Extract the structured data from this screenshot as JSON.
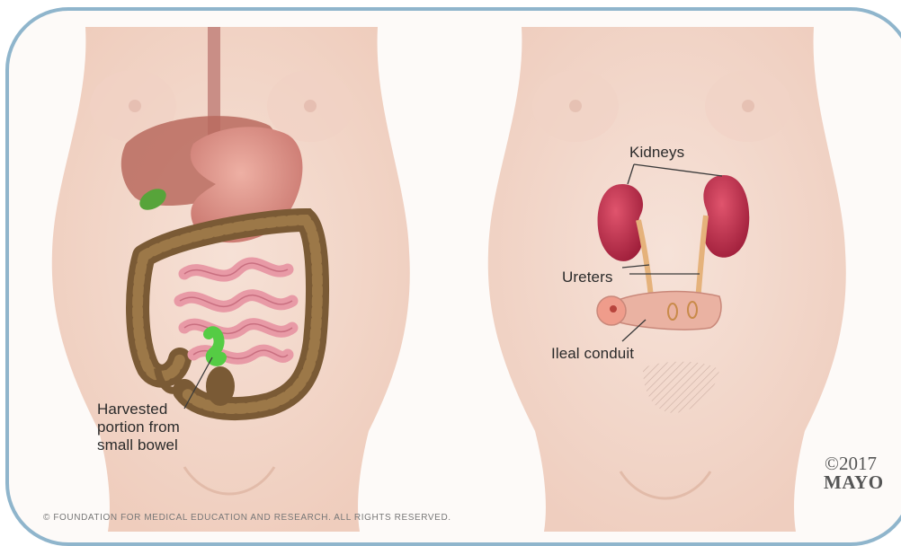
{
  "labels": {
    "harvested": [
      "Harvested",
      "portion from",
      "small bowel"
    ],
    "kidneys": "Kidneys",
    "ureters": "Ureters",
    "ileal_conduit": "Ileal conduit"
  },
  "copyright": {
    "year": "©2017",
    "org": "MAYO",
    "footer": "© FOUNDATION FOR MEDICAL EDUCATION AND RESEARCH. ALL RIGHTS RESERVED."
  },
  "colors": {
    "frame": "#8fb5cc",
    "skin": "#f3d9cc",
    "colon": "#7a5a35",
    "small_bowel": "#e89aa6",
    "harvest_highlight": "#55cc44",
    "kidney": "#c8334f",
    "stomach": "#d98a82",
    "liver": "#b86a5e"
  }
}
